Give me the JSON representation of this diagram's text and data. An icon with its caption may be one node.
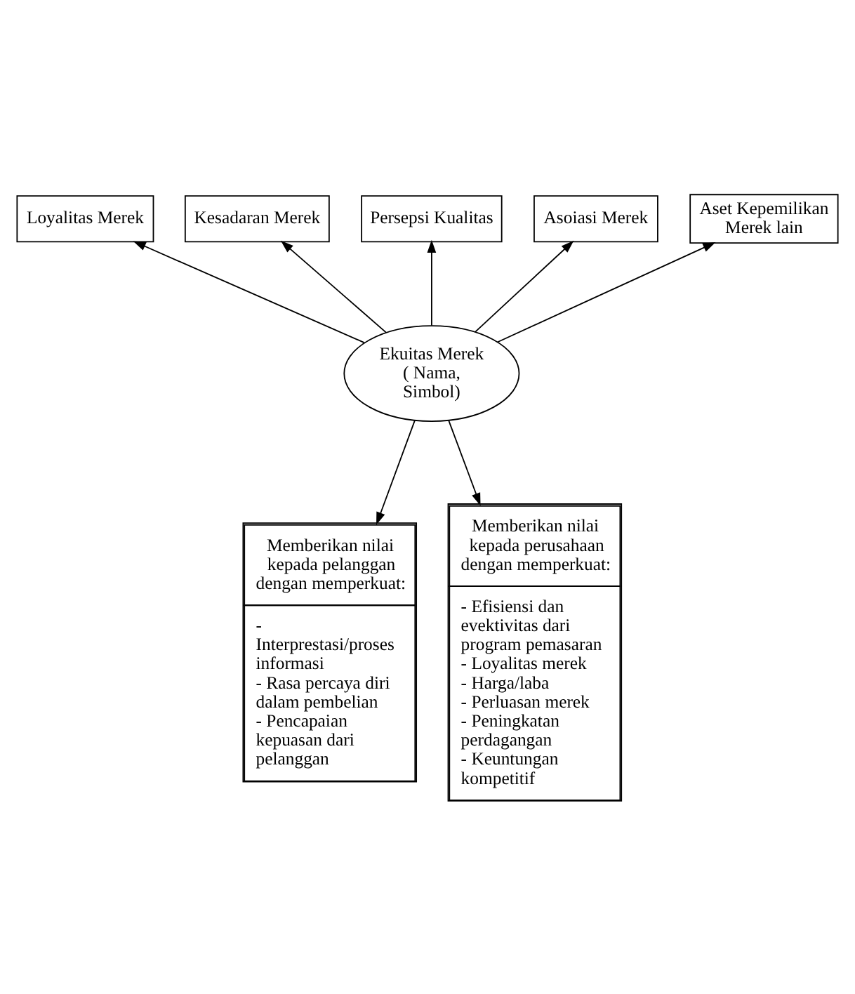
{
  "diagram": {
    "nodes": [
      {
        "text": [
          "Persepsi Kualitas"
        ]
      },
      {
        "text": [
          "Kesadaran Merek"
        ]
      },
      {
        "text": [
          "Asoiasi Merek"
        ]
      },
      {
        "text": [
          "Loyalitas Merek"
        ]
      },
      {
        "text": [
          "Aset Kepemilikan Merek lain"
        ]
      },
      {
        "text": [
          "Ekuitas Merek ( Nama, Simbol)"
        ]
      },
      {
        "text": [
          "Memberikan nilai kepada pelanggan dengan memperkuat:",
          "- Interprestasi/proses informasi",
          "- Rasa percaya diri dalam pembelian",
          "- Pencapaian kepuasan dari pelanggan"
        ]
      },
      {
        "text": [
          "Memberikan nilai kepada perusahaan dengan memperkuat:",
          "- Efisiensi dan evektivitas dari program pemasaran",
          "- Loyalitas merek",
          "- Harga/laba",
          "- Perluasan merek",
          "- Peningkatan perdagangan",
          "- Keuntungan kompetitif"
        ]
      }
    ],
    "edges": [
      {
        "from": 5,
        "to": 3,
        "arrow": "to"
      },
      {
        "from": 5,
        "to": 1,
        "arrow": "to"
      },
      {
        "from": 5,
        "to": 0,
        "arrow": "to"
      },
      {
        "from": 5,
        "to": 2,
        "arrow": "to"
      },
      {
        "from": 5,
        "to": 4,
        "arrow": "to"
      },
      {
        "from": 5,
        "to": 6,
        "arrow": "to"
      },
      {
        "from": 5,
        "to": 7,
        "arrow": "to"
      }
    ]
  }
}
